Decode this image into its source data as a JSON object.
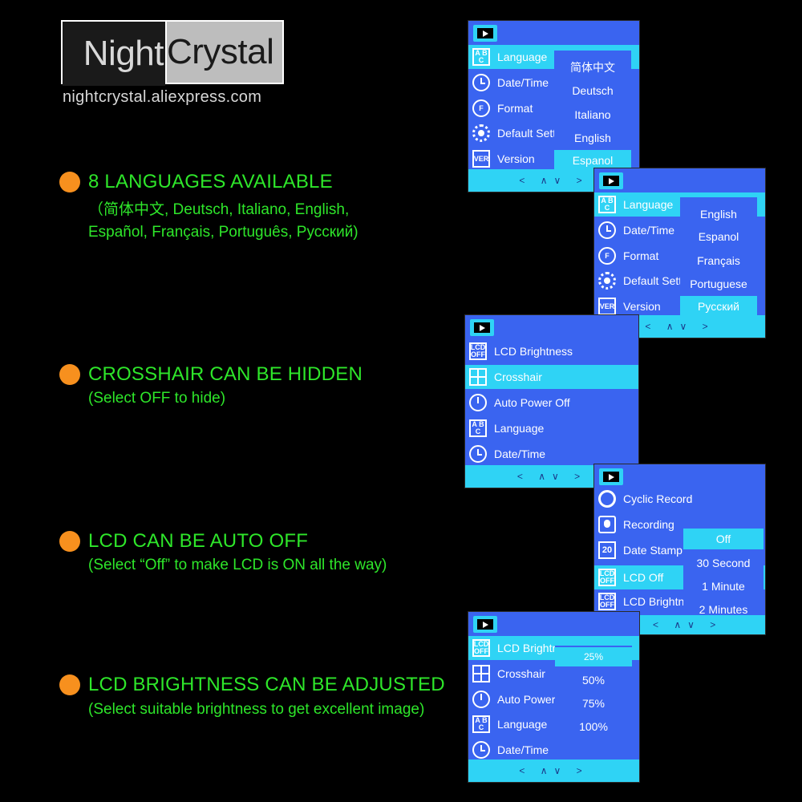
{
  "logo": {
    "part1": "Night",
    "part2": "Crystal",
    "url": "nightcrystal.aliexpress.com"
  },
  "features": [
    {
      "title": "8 LANGUAGES AVAILABLE",
      "sub": [
        "（简体中文, Deutsch, Italiano, English,",
        "Español, Français, Português, Русский)"
      ]
    },
    {
      "title": "CROSSHAIR CAN BE HIDDEN",
      "sub": [
        "(Select OFF to hide)"
      ]
    },
    {
      "title": "LCD CAN BE AUTO OFF",
      "sub": [
        "(Select “Off” to make LCD is ON all the way)"
      ]
    },
    {
      "title": "LCD BRIGHTNESS CAN BE ADJUSTED",
      "sub": [
        "(Select suitable brightness to get excellent image)"
      ]
    }
  ],
  "screen1": {
    "menu": [
      {
        "icon": "A B C",
        "label": "Language"
      },
      {
        "icon": "",
        "label": "Date/Time"
      },
      {
        "icon": "F",
        "label": "Format"
      },
      {
        "icon": "",
        "label": "Default Setti"
      },
      {
        "icon": "VER",
        "label": "Version"
      }
    ],
    "dropdown": [
      "简体中文",
      "Deutsch",
      "Italiano",
      "English",
      "Espanol"
    ],
    "nav": "< ∧∨ >"
  },
  "screen2": {
    "menu": [
      {
        "icon": "A B C",
        "label": "Language"
      },
      {
        "icon": "",
        "label": "Date/Time"
      },
      {
        "icon": "F",
        "label": "Format"
      },
      {
        "icon": "",
        "label": "Default Setti"
      },
      {
        "icon": "VER",
        "label": "Version"
      }
    ],
    "dropdown": [
      "English",
      "Espanol",
      "Français",
      "Portuguese",
      "Русский"
    ],
    "nav": "< ∧∨ >"
  },
  "screen3": {
    "menu": [
      {
        "icon": "LCD OFF",
        "label": "LCD Brightness"
      },
      {
        "icon": "",
        "label": "Crosshair"
      },
      {
        "icon": "",
        "label": "Auto Power Off"
      },
      {
        "icon": "A B C",
        "label": "Language"
      },
      {
        "icon": "",
        "label": "Date/Time"
      }
    ],
    "nav": "< ∧∨ >"
  },
  "screen4": {
    "menu": [
      {
        "icon": "",
        "label": "Cyclic Record"
      },
      {
        "icon": "",
        "label": "Recording"
      },
      {
        "icon": "20",
        "label": "Date Stamp"
      },
      {
        "icon": "LCD OFF",
        "label": "LCD Off"
      },
      {
        "icon": "LCD OFF",
        "label": "LCD Brightn"
      }
    ],
    "dropdown": [
      "Off",
      "30 Second",
      "1 Minute",
      "2 Minutes"
    ],
    "nav": "< ∧∨ >"
  },
  "screen5": {
    "menu": [
      {
        "icon": "LCD OFF",
        "label": "LCD Brightn"
      },
      {
        "icon": "",
        "label": "Crosshair"
      },
      {
        "icon": "",
        "label": "Auto Power"
      },
      {
        "icon": "A B C",
        "label": "Language"
      },
      {
        "icon": "",
        "label": "Date/Time"
      }
    ],
    "dropdown": [
      "25%",
      "50%",
      "75%",
      "100%"
    ],
    "nav": "< ∧∨ >"
  },
  "colors": {
    "screen_bg": "#3a64f0",
    "highlight": "#2fd3f5",
    "text_green": "#2ee62a",
    "bullet": "#f7901e"
  }
}
